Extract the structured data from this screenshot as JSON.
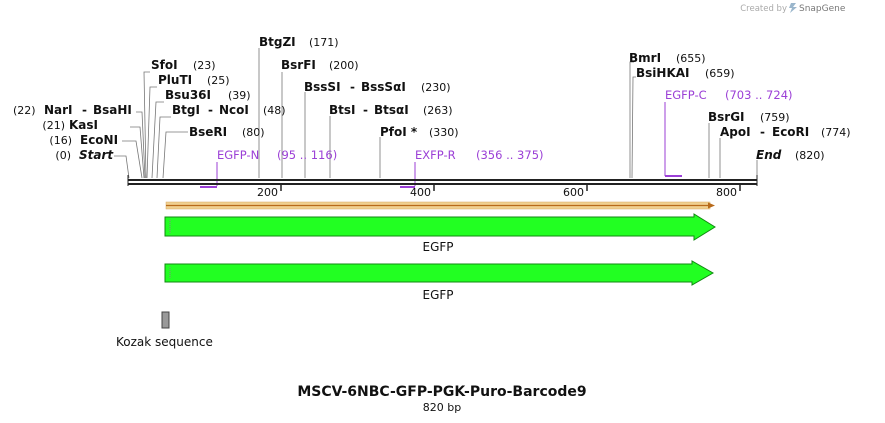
{
  "watermark": {
    "prefix": "Created by",
    "brand": "SnapGene"
  },
  "map": {
    "title": "MSCV-6NBC-GFP-PGK-Puro-Barcode9",
    "length_label": "820 bp",
    "ticks": [
      "200",
      "400",
      "600",
      "800"
    ]
  },
  "enzymes": [
    {
      "name": "NarI",
      "name2": "BsaHI",
      "num": "(22)",
      "prefix": true
    },
    {
      "name": "KasI",
      "num": "(21)",
      "prefix": true
    },
    {
      "name": "EcoNI",
      "num": "(16)",
      "prefix": true
    },
    {
      "name": "Start",
      "num": "(0)",
      "prefix": true,
      "italic": true
    },
    {
      "name": "SfoI",
      "num": "(23)"
    },
    {
      "name": "PluTI",
      "num": "(25)"
    },
    {
      "name": "Bsu36I",
      "num": "(39)"
    },
    {
      "name": "BtgI",
      "name2": "NcoI",
      "num": "(48)"
    },
    {
      "name": "BseRI",
      "num": "(80)"
    },
    {
      "name": "BtgZI",
      "num": "(171)"
    },
    {
      "name": "BsrFI",
      "num": "(200)"
    },
    {
      "name": "BssSI",
      "name2": "BssSαI",
      "num": "(230)"
    },
    {
      "name": "BtsI",
      "name2": "BtsαI",
      "num": "(263)"
    },
    {
      "name": "PfoI *",
      "num": "(330)"
    },
    {
      "name": "BmrI",
      "num": "(655)"
    },
    {
      "name": "BsiHKAI",
      "num": "(659)"
    },
    {
      "name": "BsrGI",
      "num": "(759)"
    },
    {
      "name": "ApoI",
      "name2": "EcoRI",
      "num": "(774)"
    },
    {
      "name": "End",
      "num": "(820)",
      "italic": true
    }
  ],
  "primers": [
    {
      "name": "EGFP-N",
      "range": "(95 .. 116)"
    },
    {
      "name": "EXFP-R",
      "range": "(356 .. 375)"
    },
    {
      "name": "EGFP-C",
      "range": "(703 .. 724)"
    }
  ],
  "features": [
    {
      "label": "EGFP",
      "type": "cds-arrow"
    },
    {
      "label": "EGFP",
      "type": "cds-arrow"
    },
    {
      "label": "Kozak sequence",
      "type": "box"
    }
  ],
  "colors": {
    "primer": "#9b3fd6",
    "cds_fill": "#22ff22",
    "cds_stroke": "#118811",
    "orf_fill": "#f0d090",
    "orf_line": "#b86a1a",
    "kozak_fill": "#999999",
    "backbone": "#222222"
  }
}
